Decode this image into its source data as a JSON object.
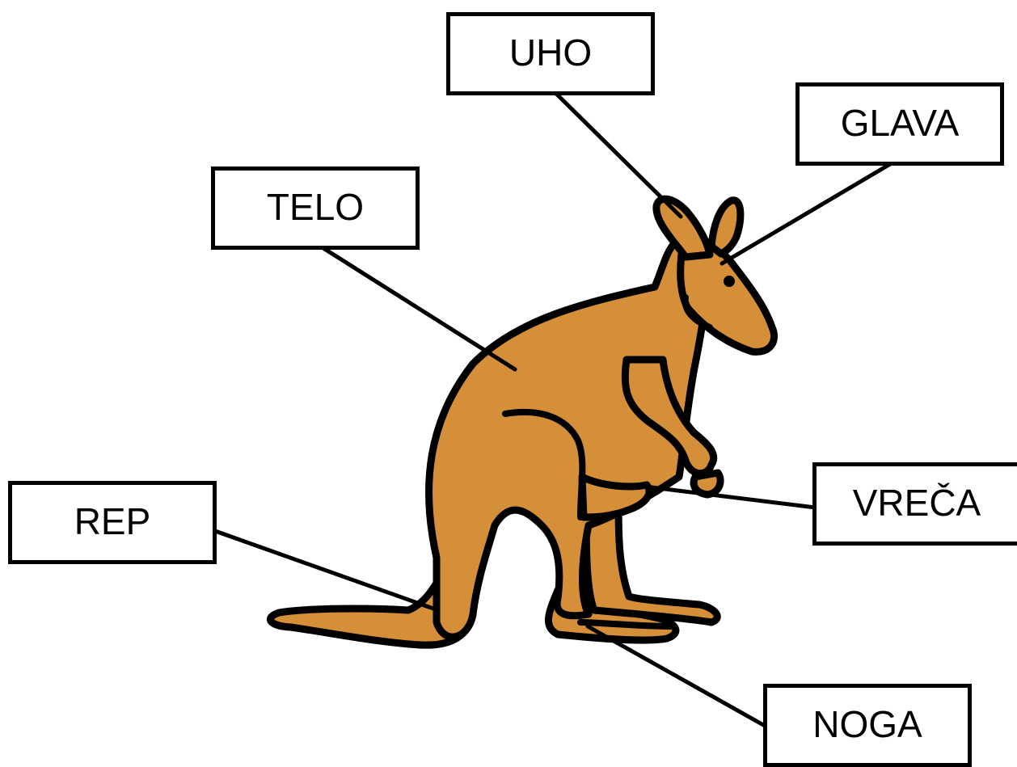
{
  "labels": {
    "ear": "UHO",
    "head": "GLAVA",
    "body": "TELO",
    "tail": "REP",
    "pouch": "VREČA",
    "leg": "NOGA"
  },
  "illustration": {
    "subject": "kangaroo",
    "fill_color": "#d48f38",
    "outline_color": "#000000"
  }
}
